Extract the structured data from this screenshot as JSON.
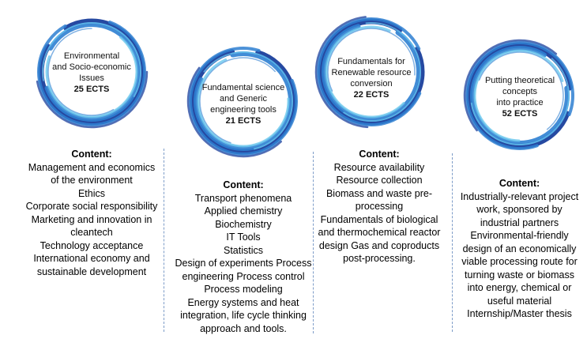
{
  "colors": {
    "ring_dark": "#1a3f9c",
    "ring_mid": "#2e7fd1",
    "ring_light": "#6cc8ee",
    "divider": "#7d9cc8"
  },
  "columns": [
    {
      "title_lines": [
        "Environmental",
        "and Socio-economic",
        "Issues"
      ],
      "ects": "25 ECTS",
      "content_heading": "Content:",
      "content_lines": [
        "Management and economics",
        "of the environment",
        "Ethics",
        "Corporate social responsibility",
        "Marketing and innovation in",
        "cleantech",
        "Technology acceptance",
        "International economy and",
        "sustainable development"
      ]
    },
    {
      "title_lines": [
        "Fundamental science",
        "and Generic",
        "engineering tools"
      ],
      "ects": "21 ECTS",
      "content_heading": "Content:",
      "content_lines": [
        "Transport phenomena",
        "Applied chemistry",
        "Biochemistry",
        "IT Tools",
        "Statistics",
        "Design of experiments Process",
        "engineering Process control",
        "Process modeling",
        "Energy systems and heat",
        "integration, life cycle thinking",
        "approach and tools."
      ]
    },
    {
      "title_lines": [
        "Fundamentals for",
        "Renewable resource",
        "conversion"
      ],
      "ects": "22 ECTS",
      "content_heading": "Content:",
      "content_lines": [
        "Resource availability",
        "Resource collection",
        "Biomass and waste pre-",
        "processing",
        "Fundamentals of biological",
        "and thermochemical reactor",
        "design Gas and coproducts",
        "post-processing."
      ]
    },
    {
      "title_lines": [
        "Putting theoretical",
        "concepts",
        "into practice"
      ],
      "ects": "52 ECTS",
      "content_heading": "Content:",
      "content_lines": [
        "Industrially-relevant project",
        "work, sponsored by",
        "industrial partners",
        "Environmental-friendly",
        "design of an economically",
        "viable processing route for",
        "turning waste or biomass",
        "into energy, chemical or",
        "useful material",
        "Internship/Master thesis"
      ]
    }
  ]
}
